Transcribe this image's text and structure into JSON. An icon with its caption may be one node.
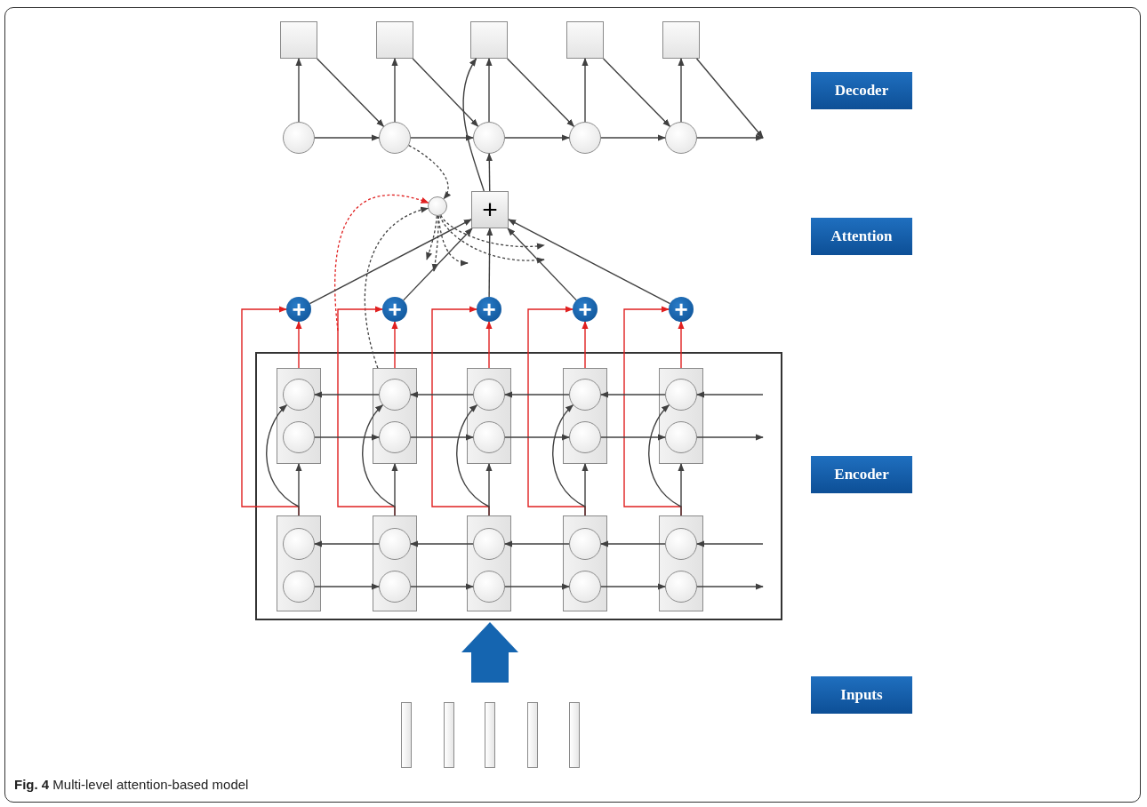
{
  "diagram": {
    "caption": "**Fig. 4** Multi-level attention-based model",
    "nodes": [
      {
        "text": [],
        "shape": "box"
      },
      {
        "text": [],
        "shape": "box"
      },
      {
        "text": [],
        "shape": "box"
      },
      {
        "text": [],
        "shape": "box"
      },
      {
        "text": [],
        "shape": "box"
      },
      {
        "text": [],
        "shape": "circle"
      },
      {
        "text": [],
        "shape": "circle"
      },
      {
        "text": [],
        "shape": "circle"
      },
      {
        "text": [],
        "shape": "circle"
      },
      {
        "text": [],
        "shape": "circle"
      },
      {
        "text": [],
        "shape": "circle"
      },
      {
        "text": [
          "+"
        ]
      },
      {
        "text": [
          "+"
        ]
      },
      {
        "text": [
          "+"
        ]
      },
      {
        "text": [
          "+"
        ]
      },
      {
        "text": [
          "+"
        ]
      },
      {
        "text": [
          "+"
        ]
      },
      {
        "text": [],
        "shape": "box"
      },
      {
        "text": [],
        "shape": "box",
        "in": 17
      },
      {
        "text": [],
        "shape": "box",
        "in": 17
      },
      {
        "text": [],
        "shape": "box",
        "in": 17
      },
      {
        "text": [],
        "shape": "box",
        "in": 17
      },
      {
        "text": [],
        "shape": "box",
        "in": 17
      },
      {
        "text": [],
        "shape": "circle",
        "in": 18
      },
      {
        "text": [],
        "shape": "circle",
        "in": 19
      },
      {
        "text": [],
        "shape": "circle",
        "in": 20
      },
      {
        "text": [],
        "shape": "circle",
        "in": 21
      },
      {
        "text": [],
        "shape": "circle",
        "in": 22
      },
      {
        "text": [],
        "shape": "circle",
        "in": 18
      },
      {
        "text": [],
        "shape": "circle",
        "in": 19
      },
      {
        "text": [],
        "shape": "circle",
        "in": 20
      },
      {
        "text": [],
        "shape": "circle",
        "in": 21
      },
      {
        "text": [],
        "shape": "circle",
        "in": 22
      },
      {
        "text": [],
        "shape": "box",
        "in": 17
      },
      {
        "text": [],
        "shape": "box",
        "in": 17
      },
      {
        "text": [],
        "shape": "box",
        "in": 17
      },
      {
        "text": [],
        "shape": "box",
        "in": 17
      },
      {
        "text": [],
        "shape": "box",
        "in": 17
      },
      {
        "text": [],
        "shape": "circle",
        "in": 33
      },
      {
        "text": [],
        "shape": "circle",
        "in": 34
      },
      {
        "text": [],
        "shape": "circle",
        "in": 35
      },
      {
        "text": [],
        "shape": "circle",
        "in": 36
      },
      {
        "text": [],
        "shape": "circle",
        "in": 37
      },
      {
        "text": [],
        "shape": "circle",
        "in": 33
      },
      {
        "text": [],
        "shape": "circle",
        "in": 34
      },
      {
        "text": [],
        "shape": "circle",
        "in": 35
      },
      {
        "text": [],
        "shape": "circle",
        "in": 36
      },
      {
        "text": [],
        "shape": "circle",
        "in": 37
      },
      {
        "text": [],
        "shape": "bar"
      },
      {
        "text": [],
        "shape": "bar"
      },
      {
        "text": [],
        "shape": "bar"
      },
      {
        "text": [],
        "shape": "bar"
      },
      {
        "text": [],
        "shape": "bar"
      },
      {
        "text": [
          "Decoder"
        ]
      },
      {
        "text": [
          "Attention"
        ]
      },
      {
        "text": [
          "Encoder"
        ]
      },
      {
        "text": [
          "Inputs"
        ]
      }
    ],
    "edges": [
      {
        "from": 5,
        "to": 0,
        "arrow": "to"
      },
      {
        "from": 6,
        "to": 1,
        "arrow": "to"
      },
      {
        "from": 7,
        "to": 2,
        "arrow": "to"
      },
      {
        "from": 8,
        "to": 3,
        "arrow": "to"
      },
      {
        "from": 9,
        "to": 4,
        "arrow": "to"
      },
      {
        "from": 0,
        "to": 6,
        "arrow": "to"
      },
      {
        "from": 1,
        "to": 7,
        "arrow": "to"
      },
      {
        "from": 2,
        "to": 8,
        "arrow": "to"
      },
      {
        "from": 3,
        "to": 9,
        "arrow": "to"
      },
      {
        "from": 4,
        "to": null,
        "arrow": "to"
      },
      {
        "from": 5,
        "to": 6,
        "arrow": "to"
      },
      {
        "from": 6,
        "to": 7,
        "arrow": "to"
      },
      {
        "from": 7,
        "to": 8,
        "arrow": "to"
      },
      {
        "from": 8,
        "to": 9,
        "arrow": "to"
      },
      {
        "from": 9,
        "to": null,
        "arrow": "to"
      },
      {
        "from": 11,
        "to": 7,
        "arrow": "to"
      },
      {
        "from": 11,
        "to": 2,
        "arrow": "to"
      },
      {
        "from": 6,
        "to": 10,
        "arrow": "to",
        "style": "dashed"
      },
      {
        "from": null,
        "to": 10,
        "arrow": "to",
        "style": "dashed",
        "color": "#e02020"
      },
      {
        "from": 19,
        "to": 10,
        "arrow": "to",
        "style": "dashed"
      },
      {
        "from": 10,
        "to": null,
        "arrow": "to",
        "style": "dashed"
      },
      {
        "from": 10,
        "to": null,
        "arrow": "to",
        "style": "dashed"
      },
      {
        "from": 10,
        "to": null,
        "arrow": "to",
        "style": "dashed"
      },
      {
        "from": 10,
        "to": null,
        "arrow": "to",
        "style": "dashed"
      },
      {
        "from": 10,
        "to": null,
        "arrow": "to",
        "style": "dashed"
      },
      {
        "from": 12,
        "to": 11,
        "arrow": "to"
      },
      {
        "from": 13,
        "to": 11,
        "arrow": "to"
      },
      {
        "from": 14,
        "to": 11,
        "arrow": "to"
      },
      {
        "from": 15,
        "to": 11,
        "arrow": "to"
      },
      {
        "from": 16,
        "to": 11,
        "arrow": "to"
      },
      {
        "from": 18,
        "to": 12,
        "arrow": "to",
        "color": "#e02020"
      },
      {
        "from": 19,
        "to": 13,
        "arrow": "to",
        "color": "#e02020"
      },
      {
        "from": 20,
        "to": 14,
        "arrow": "to",
        "color": "#e02020"
      },
      {
        "from": 21,
        "to": 15,
        "arrow": "to",
        "color": "#e02020"
      },
      {
        "from": 22,
        "to": 16,
        "arrow": "to",
        "color": "#e02020"
      },
      {
        "from": 33,
        "to": 12,
        "arrow": "to",
        "color": "#e02020"
      },
      {
        "from": 34,
        "to": 13,
        "arrow": "to",
        "color": "#e02020"
      },
      {
        "from": 35,
        "to": 14,
        "arrow": "to",
        "color": "#e02020"
      },
      {
        "from": 36,
        "to": 15,
        "arrow": "to",
        "color": "#e02020"
      },
      {
        "from": 37,
        "to": 16,
        "arrow": "to",
        "color": "#e02020"
      },
      {
        "from": 24,
        "to": 23,
        "arrow": "to"
      },
      {
        "from": 25,
        "to": 24,
        "arrow": "to"
      },
      {
        "from": 26,
        "to": 25,
        "arrow": "to"
      },
      {
        "from": 27,
        "to": 26,
        "arrow": "to"
      },
      {
        "from": null,
        "to": 27,
        "arrow": "to"
      },
      {
        "from": 28,
        "to": 29,
        "arrow": "to"
      },
      {
        "from": 29,
        "to": 30,
        "arrow": "to"
      },
      {
        "from": 30,
        "to": 31,
        "arrow": "to"
      },
      {
        "from": 31,
        "to": 32,
        "arrow": "to"
      },
      {
        "from": 32,
        "to": null,
        "arrow": "to"
      },
      {
        "from": 39,
        "to": 38,
        "arrow": "to"
      },
      {
        "from": 40,
        "to": 39,
        "arrow": "to"
      },
      {
        "from": 41,
        "to": 40,
        "arrow": "to"
      },
      {
        "from": 42,
        "to": 41,
        "arrow": "to"
      },
      {
        "from": null,
        "to": 42,
        "arrow": "to"
      },
      {
        "from": 43,
        "to": 44,
        "arrow": "to"
      },
      {
        "from": 44,
        "to": 45,
        "arrow": "to"
      },
      {
        "from": 45,
        "to": 46,
        "arrow": "to"
      },
      {
        "from": 46,
        "to": 47,
        "arrow": "to"
      },
      {
        "from": 47,
        "to": null,
        "arrow": "to"
      },
      {
        "from": 33,
        "to": 18,
        "arrow": "to"
      },
      {
        "from": 34,
        "to": 19,
        "arrow": "to"
      },
      {
        "from": 35,
        "to": 20,
        "arrow": "to"
      },
      {
        "from": 36,
        "to": 21,
        "arrow": "to"
      },
      {
        "from": 37,
        "to": 22,
        "arrow": "to"
      },
      {
        "from": 33,
        "to": 23,
        "arrow": "to"
      },
      {
        "from": 34,
        "to": 24,
        "arrow": "to"
      },
      {
        "from": 35,
        "to": 25,
        "arrow": "to"
      },
      {
        "from": 36,
        "to": 26,
        "arrow": "to"
      },
      {
        "from": 37,
        "to": 27,
        "arrow": "to"
      },
      {
        "from": null,
        "to": 17,
        "arrow": "to",
        "style": "thick",
        "color": "#1565b0"
      }
    ]
  }
}
